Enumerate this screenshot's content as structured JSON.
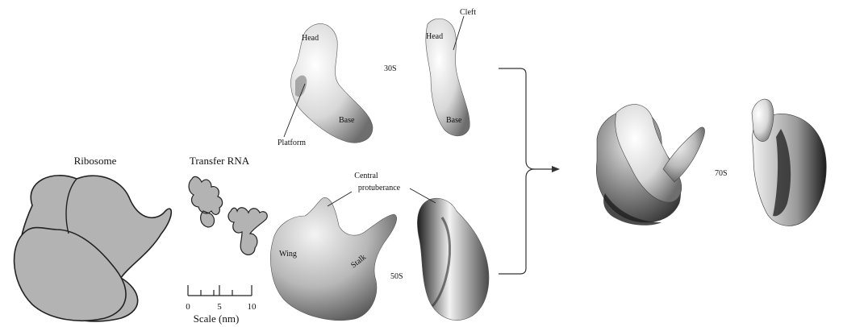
{
  "labels": {
    "ribosome": "Ribosome",
    "trna": "Transfer RNA",
    "scale_title": "Scale (nm)",
    "scale_ticks": [
      "0",
      "5",
      "10"
    ],
    "head_1": "Head",
    "head_2": "Head",
    "cleft": "Cleft",
    "s30": "30S",
    "platform": "Platform",
    "base_1": "Base",
    "base_2": "Base",
    "central": "Central",
    "protuberance": "protuberance",
    "wing": "Wing",
    "stalk": "Stalk",
    "s50": "50S",
    "s70": "70S"
  },
  "colors": {
    "outline_fill": "#b3b3b3",
    "stroke": "#222222",
    "bracket": "#333333"
  }
}
